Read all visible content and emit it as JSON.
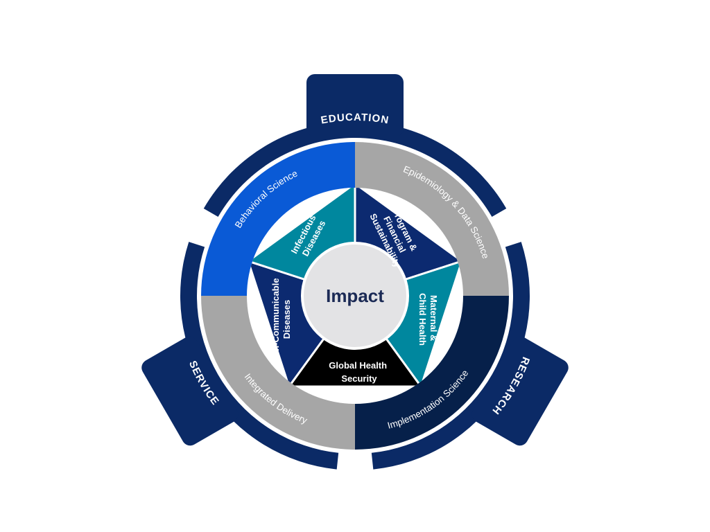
{
  "center": {
    "label": "Impact",
    "fill": "#e3e3e5",
    "text_color": "#1b2a55"
  },
  "pillars": [
    {
      "key": "education",
      "label": "EDUCATION"
    },
    {
      "key": "research",
      "label": "RESEARCH"
    },
    {
      "key": "service",
      "label": "SERVICE"
    }
  ],
  "outer_ring": [
    {
      "key": "epidemiology",
      "label": "Epidemiology & Data Science",
      "fill": "#a6a6a6"
    },
    {
      "key": "implementation",
      "label": "Implementation Science",
      "fill": "#06204a"
    },
    {
      "key": "integrated",
      "label": "Integrated Delivery",
      "fill": "#a6a6a6"
    },
    {
      "key": "behavioral",
      "label": "Behavioral Science",
      "fill": "#0a5ad6"
    }
  ],
  "inner_ring": [
    {
      "key": "program",
      "lines": [
        "Program &",
        "Financial",
        "Sustainability"
      ],
      "fill": "#0c2a70"
    },
    {
      "key": "maternal",
      "lines": [
        "Maternal &",
        "Child Health"
      ],
      "fill": "#00879e"
    },
    {
      "key": "security",
      "lines": [
        "Global Health",
        "Security"
      ],
      "fill": "#000000"
    },
    {
      "key": "ncd",
      "lines": [
        "Non-Communicable",
        "Diseases"
      ],
      "fill": "#0c2a70"
    },
    {
      "key": "infectious",
      "lines": [
        "Infectious",
        "Diseases"
      ],
      "fill": "#00879e"
    }
  ],
  "colors": {
    "frame": "#0b2a66",
    "background": "#ffffff",
    "separator": "#ffffff"
  }
}
